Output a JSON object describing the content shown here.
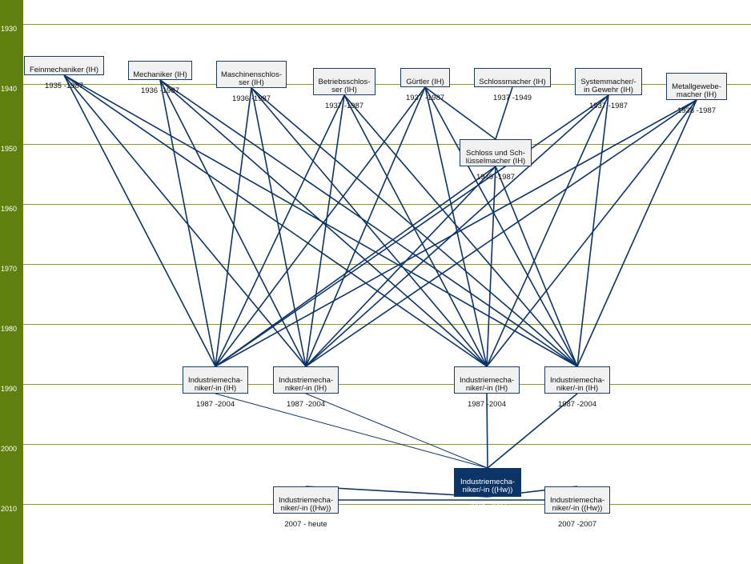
{
  "timeline": {
    "years": [
      "1930",
      "1940",
      "1950",
      "1960",
      "1970",
      "1980",
      "1990",
      "2000",
      "2010"
    ]
  },
  "colors": {
    "sidebar": "#5f7f0f",
    "gridline": "#8a9a2a",
    "edge": "#0d3467",
    "node_fill": "#f1f1f1",
    "highlight_fill": "#0d3467"
  },
  "nodes": {
    "feinmechaniker": {
      "name": "Feinmechaniker (IH)",
      "years": "1935 -1987"
    },
    "mechaniker": {
      "name": "Mechaniker (IH)",
      "years": "1936 -1987"
    },
    "maschinenschlosser": {
      "name": "Maschinenschlos-\nser (IH)",
      "years": "1936 -1987"
    },
    "betriebsschlosser": {
      "name": "Betriebsschlos-\nser (IH)",
      "years": "1937 -1987"
    },
    "guertler": {
      "name": "Gürtler (IH)",
      "years": "1937 -1987"
    },
    "schlossmacher": {
      "name": "Schlossmacher (IH)",
      "years": "1937 -1949"
    },
    "systemmacher": {
      "name": "Systemmacher/-\nin Gewehr (IH)",
      "years": "1937 -1987"
    },
    "metallgewebe": {
      "name": "Metallgewebe-\nmacher (IH)",
      "years": "1938 -1987"
    },
    "schloss_schluessel": {
      "name": "Schloss und Sch-\nlüsselmacher (IH)",
      "years": "1949 -1987"
    },
    "im1": {
      "name": "Industriemecha-\nniker/-in (IH)",
      "years": "1987 -2004"
    },
    "im2": {
      "name": "Industriemecha-\nniker/-in (IH)",
      "years": "1987 -2004"
    },
    "im3": {
      "name": "Industriemecha-\nniker/-in (IH)",
      "years": "1987 -2004"
    },
    "im4": {
      "name": "Industriemecha-\nniker/-in (IH)",
      "years": "1987 -2004"
    },
    "im_hw": {
      "name": "Industriemecha-\nniker/-in ((Hw))",
      "years": "2004 -2007"
    },
    "im_hw_heute": {
      "name": "Industriemecha-\nniker/-in ((Hw))",
      "years": "2007 - heute"
    },
    "im_hw_2007": {
      "name": "Industriemecha-\nniker/-in ((Hw))",
      "years": "2007 -2007"
    }
  },
  "edges": [
    [
      "feinmechaniker",
      "im1"
    ],
    [
      "feinmechaniker",
      "im2"
    ],
    [
      "feinmechaniker",
      "im3"
    ],
    [
      "feinmechaniker",
      "im4"
    ],
    [
      "mechaniker",
      "im1"
    ],
    [
      "mechaniker",
      "im2"
    ],
    [
      "mechaniker",
      "im3"
    ],
    [
      "mechaniker",
      "im4"
    ],
    [
      "maschinenschlosser",
      "im1"
    ],
    [
      "maschinenschlosser",
      "im2"
    ],
    [
      "maschinenschlosser",
      "im3"
    ],
    [
      "maschinenschlosser",
      "im4"
    ],
    [
      "betriebsschlosser",
      "im1"
    ],
    [
      "betriebsschlosser",
      "im2"
    ],
    [
      "betriebsschlosser",
      "im3"
    ],
    [
      "betriebsschlosser",
      "im4"
    ],
    [
      "guertler",
      "im1"
    ],
    [
      "guertler",
      "im2"
    ],
    [
      "guertler",
      "im3"
    ],
    [
      "guertler",
      "im4"
    ],
    [
      "schlossmacher",
      "schloss_schluessel"
    ],
    [
      "guertler",
      "schloss_schluessel"
    ],
    [
      "systemmacher",
      "im1"
    ],
    [
      "systemmacher",
      "im2"
    ],
    [
      "systemmacher",
      "im3"
    ],
    [
      "systemmacher",
      "im4"
    ],
    [
      "metallgewebe",
      "im1"
    ],
    [
      "metallgewebe",
      "im2"
    ],
    [
      "metallgewebe",
      "im3"
    ],
    [
      "metallgewebe",
      "im4"
    ],
    [
      "schloss_schluessel",
      "im1"
    ],
    [
      "schloss_schluessel",
      "im2"
    ],
    [
      "schloss_schluessel",
      "im3"
    ],
    [
      "schloss_schluessel",
      "im4"
    ],
    [
      "im1",
      "im_hw"
    ],
    [
      "im2",
      "im_hw"
    ],
    [
      "im3",
      "im_hw"
    ],
    [
      "im4",
      "im_hw"
    ],
    [
      "im_hw",
      "im_hw_heute"
    ],
    [
      "im_hw",
      "im_hw_2007"
    ],
    [
      "im_hw_heute",
      "im_hw_2007"
    ]
  ]
}
